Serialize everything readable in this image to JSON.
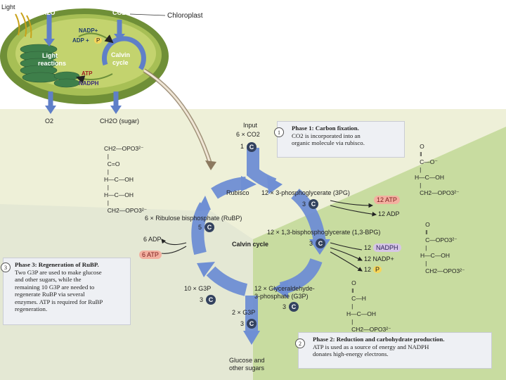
{
  "overview": {
    "light": "Light",
    "h2o": "H2O",
    "co2": "CO2",
    "chloroplast": "Chloroplast",
    "nadp": "NADP+",
    "adp": "ADP +",
    "p": "P",
    "light_reactions_1": "Light",
    "light_reactions_2": "reactions",
    "calvin_1": "Calvin",
    "calvin_2": "cycle",
    "atp": "ATP",
    "nadph": "NADPH",
    "o2": "O2",
    "sugar": "CH2O (sugar)"
  },
  "cycle": {
    "input": "Input",
    "co2_in": "6 × CO2",
    "co2_carbons": "1",
    "rubisco": "Rubisco",
    "pga": "12 × 3-phosphoglycerate (3PG)",
    "pga_carbons": "3",
    "atp12": "12 ATP",
    "adp12": "12 ADP",
    "bpg": "12 × 1,3-bisphosphoglycerate (1,3-BPG)",
    "bpg_carbons": "3",
    "nadph12_num": "12",
    "nadph12": "NADPH",
    "nadp12": "12 NADP+",
    "p12_num": "12",
    "p12": "P",
    "g3p12_1": "12 × Glyceraldehyde-",
    "g3p12_2": "3-phosphate (G3P)",
    "g3p12_carbons": "3",
    "g3p10": "10 × G3P",
    "g3p10_carbons": "3",
    "g3p2": "2 × G3P",
    "g3p2_carbons": "3",
    "glucose_1": "Glucose and",
    "glucose_2": "other sugars",
    "rubp": "6 × Ribulose bisphosphate (RuBP)",
    "rubp_carbons": "5",
    "adp6": "6 ADP",
    "atp6": "6 ATP",
    "center": "Calvin cycle"
  },
  "molecules": {
    "rubp": "CH2—OPO3²⁻\n  |\n  C=O\n  |\nH—C—OH\n  |\nH—C—OH\n  |\n  CH2—OPO3²⁻",
    "pga": "   O\n   ‖\n   C—O⁻\n   |\nH—C—OH\n   |\n   CH2—OPO3²⁻",
    "bpg": "   O\n   ‖\n   C—OPO3²⁻\n   |\nH—C—OH\n   |\n   CH2—OPO3²⁻",
    "g3p": "   O\n   ‖\n   C—H\n   |\nH—C—OH\n   |\n   CH2—OPO3²⁻"
  },
  "phase1": {
    "num": "1",
    "title": "Phase 1: Carbon fixation.",
    "l1": "CO2 is incorporated into an",
    "l2": "organic molecule via rubisco."
  },
  "phase2": {
    "num": "2",
    "title": "Phase 2: Reduction and carbohydrate production.",
    "l1": "ATP is used as a source of energy and NADPH",
    "l2": "donates high-energy electrons."
  },
  "phase3": {
    "num": "3",
    "title": "Phase 3: Regeneration of RuBP.",
    "l1": "Two G3P are used to make glucose",
    "l2": "and other sugars, while the",
    "l3": "remaining 10 G3P are needed to",
    "l4": "regenerate RuBP via several",
    "l5": "enzymes. ATP is required for RuBP",
    "l6": "regeneration."
  }
}
